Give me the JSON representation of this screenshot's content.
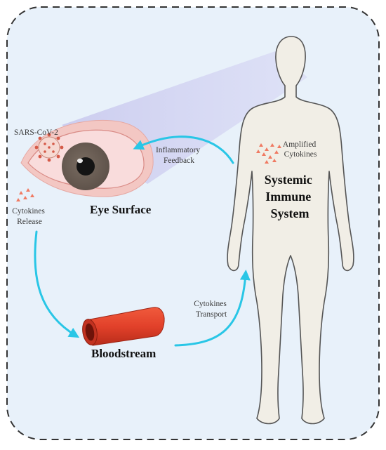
{
  "labels": {
    "virus": "SARS-CoV-2",
    "eye_surface": "Eye Surface",
    "cytokines_release_line1": "Cytokines",
    "cytokines_release_line2": "Release",
    "inflammatory_feedback_line1": "Inflammatory",
    "inflammatory_feedback_line2": "Feedback",
    "amplified_line1": "Amplified",
    "amplified_line2": "Cytokines",
    "systemic_line1": "Systemic",
    "systemic_line2": "Immune",
    "systemic_line3": "System",
    "cytokines_transport_line1": "Cytokines",
    "cytokines_transport_line2": "Transport",
    "bloodstream": "Bloodstream"
  },
  "colors": {
    "panel_background": "#e8f1fa",
    "panel_border": "#333333",
    "arrow": "#29c6e6",
    "body_fill": "#f1eee6",
    "body_outline": "#555555",
    "iris": "#6f6359",
    "vessel": "#e0402a",
    "cytokine_dots": "#f07a62",
    "eye_halo": "#f3c7c3"
  },
  "icons": [
    "virus-icon",
    "eye-icon",
    "human-body-icon",
    "blood-vessel-icon",
    "cytokine-dots-icon"
  ]
}
